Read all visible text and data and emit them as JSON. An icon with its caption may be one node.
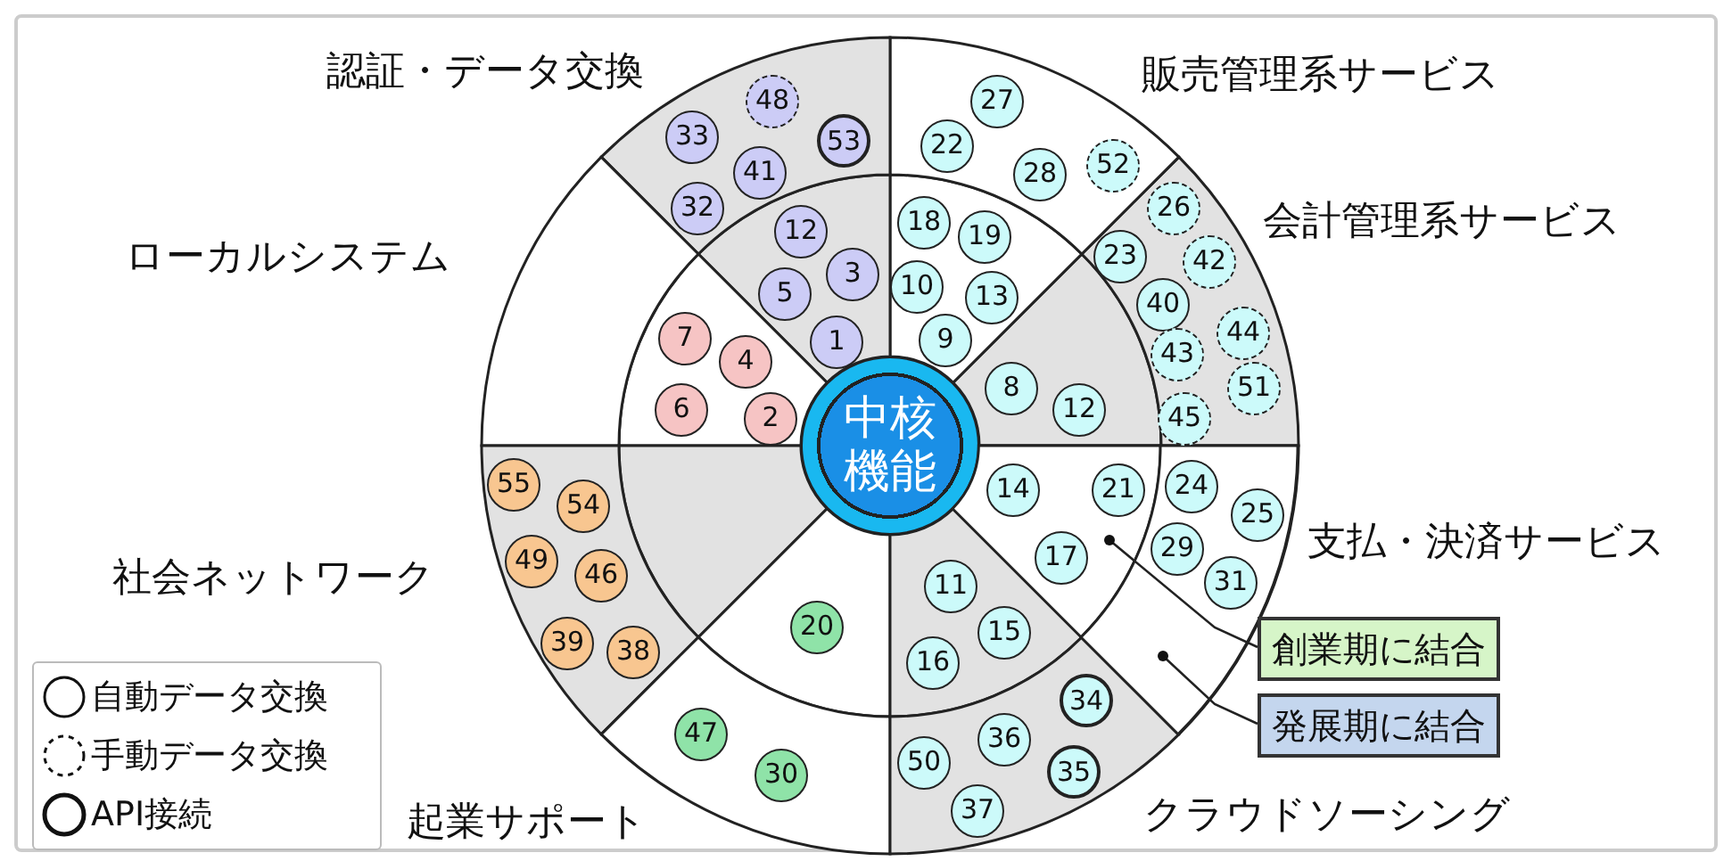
{
  "diagram": {
    "nodes": [
      {
        "text": [
          "中核機能"
        ]
      },
      {
        "text": [],
        "shape": "sector"
      },
      {
        "text": [],
        "shape": "sector"
      },
      {
        "text": [
          "48"
        ]
      },
      {
        "text": [
          "33"
        ]
      },
      {
        "text": [
          "53"
        ]
      },
      {
        "text": [
          "41"
        ]
      },
      {
        "text": [
          "32"
        ]
      },
      {
        "text": [
          "27"
        ]
      },
      {
        "text": [
          "22"
        ]
      },
      {
        "text": [
          "28"
        ]
      },
      {
        "text": [
          "52"
        ]
      },
      {
        "text": [
          "12"
        ]
      },
      {
        "text": [
          "3"
        ]
      },
      {
        "text": [
          "5"
        ]
      },
      {
        "text": [
          "1"
        ]
      },
      {
        "text": [
          "18"
        ]
      },
      {
        "text": [
          "19"
        ]
      },
      {
        "text": [
          "10"
        ]
      },
      {
        "text": [
          "13"
        ]
      },
      {
        "text": [
          "9"
        ]
      },
      {
        "text": [
          "7"
        ]
      },
      {
        "text": [
          "4"
        ]
      },
      {
        "text": [
          "6"
        ]
      },
      {
        "text": [
          "2"
        ]
      },
      {
        "text": [
          "8"
        ]
      },
      {
        "text": [
          "12"
        ]
      },
      {
        "text": [
          "26"
        ]
      },
      {
        "text": [
          "42"
        ]
      },
      {
        "text": [
          "23"
        ]
      },
      {
        "text": [
          "40"
        ]
      },
      {
        "text": [
          "44"
        ]
      },
      {
        "text": [
          "43"
        ]
      },
      {
        "text": [
          "51"
        ]
      },
      {
        "text": [
          "45"
        ]
      },
      {
        "text": [
          "55"
        ]
      },
      {
        "text": [
          "54"
        ]
      },
      {
        "text": [
          "49"
        ]
      },
      {
        "text": [
          "46"
        ]
      },
      {
        "text": [
          "39"
        ]
      },
      {
        "text": [
          "38"
        ]
      },
      {
        "text": [
          "14"
        ],
        "in": 1
      },
      {
        "text": [
          "21"
        ],
        "in": 1
      },
      {
        "text": [
          "24"
        ],
        "in": 2
      },
      {
        "text": [
          "25"
        ],
        "in": 2
      },
      {
        "text": [
          "29"
        ],
        "in": 2
      },
      {
        "text": [
          "17"
        ],
        "in": 1
      },
      {
        "text": [
          "31"
        ],
        "in": 2
      },
      {
        "text": [
          "11"
        ]
      },
      {
        "text": [
          "15"
        ]
      },
      {
        "text": [
          "20"
        ]
      },
      {
        "text": [
          "16"
        ]
      },
      {
        "text": [
          "34"
        ]
      },
      {
        "text": [
          "36"
        ]
      },
      {
        "text": [
          "50"
        ]
      },
      {
        "text": [
          "47"
        ]
      },
      {
        "text": [
          "35"
        ]
      },
      {
        "text": [
          "30"
        ]
      },
      {
        "text": [
          "37"
        ]
      },
      {
        "text": [
          "創業期に結合"
        ]
      },
      {
        "text": [
          "発展期に結合"
        ]
      }
    ],
    "edges": [
      {
        "from": 59,
        "to": 1,
        "arrow": "other"
      },
      {
        "from": 60,
        "to": 2,
        "arrow": "other"
      }
    ],
    "labels": [
      "認証・データ交換",
      "販売管理系サービス",
      "会計管理系サービス",
      "ローカルシステム",
      "支払・決済サービス",
      "社会ネットワーク",
      "起業サポート",
      "クラウドソーシング"
    ],
    "legend": [
      {
        "text": "自動データ交換"
      },
      {
        "text": "手動データ交換"
      },
      {
        "text": "API接続"
      }
    ]
  }
}
